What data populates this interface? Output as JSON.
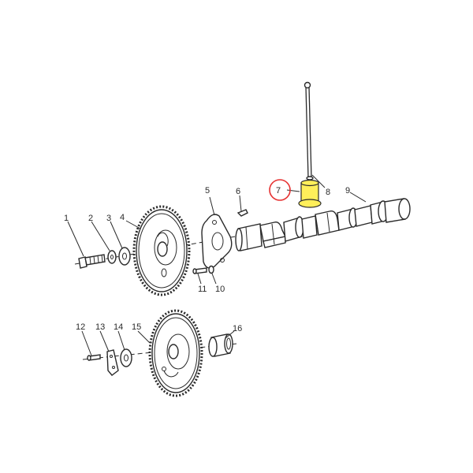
{
  "highlight_color": "#ffef5a",
  "marker_color": "#e63232",
  "callouts": [
    {
      "id": "1",
      "label": "1"
    },
    {
      "id": "2",
      "label": "2"
    },
    {
      "id": "3",
      "label": "3"
    },
    {
      "id": "4",
      "label": "4"
    },
    {
      "id": "5",
      "label": "5"
    },
    {
      "id": "6",
      "label": "6"
    },
    {
      "id": "7",
      "label": "7"
    },
    {
      "id": "8",
      "label": "8"
    },
    {
      "id": "9",
      "label": "9"
    },
    {
      "id": "10",
      "label": "10"
    },
    {
      "id": "11",
      "label": "11"
    },
    {
      "id": "12",
      "label": "12"
    },
    {
      "id": "13",
      "label": "13"
    },
    {
      "id": "14",
      "label": "14"
    },
    {
      "id": "15",
      "label": "15"
    },
    {
      "id": "16",
      "label": "16"
    }
  ],
  "highlighted_part": "7"
}
